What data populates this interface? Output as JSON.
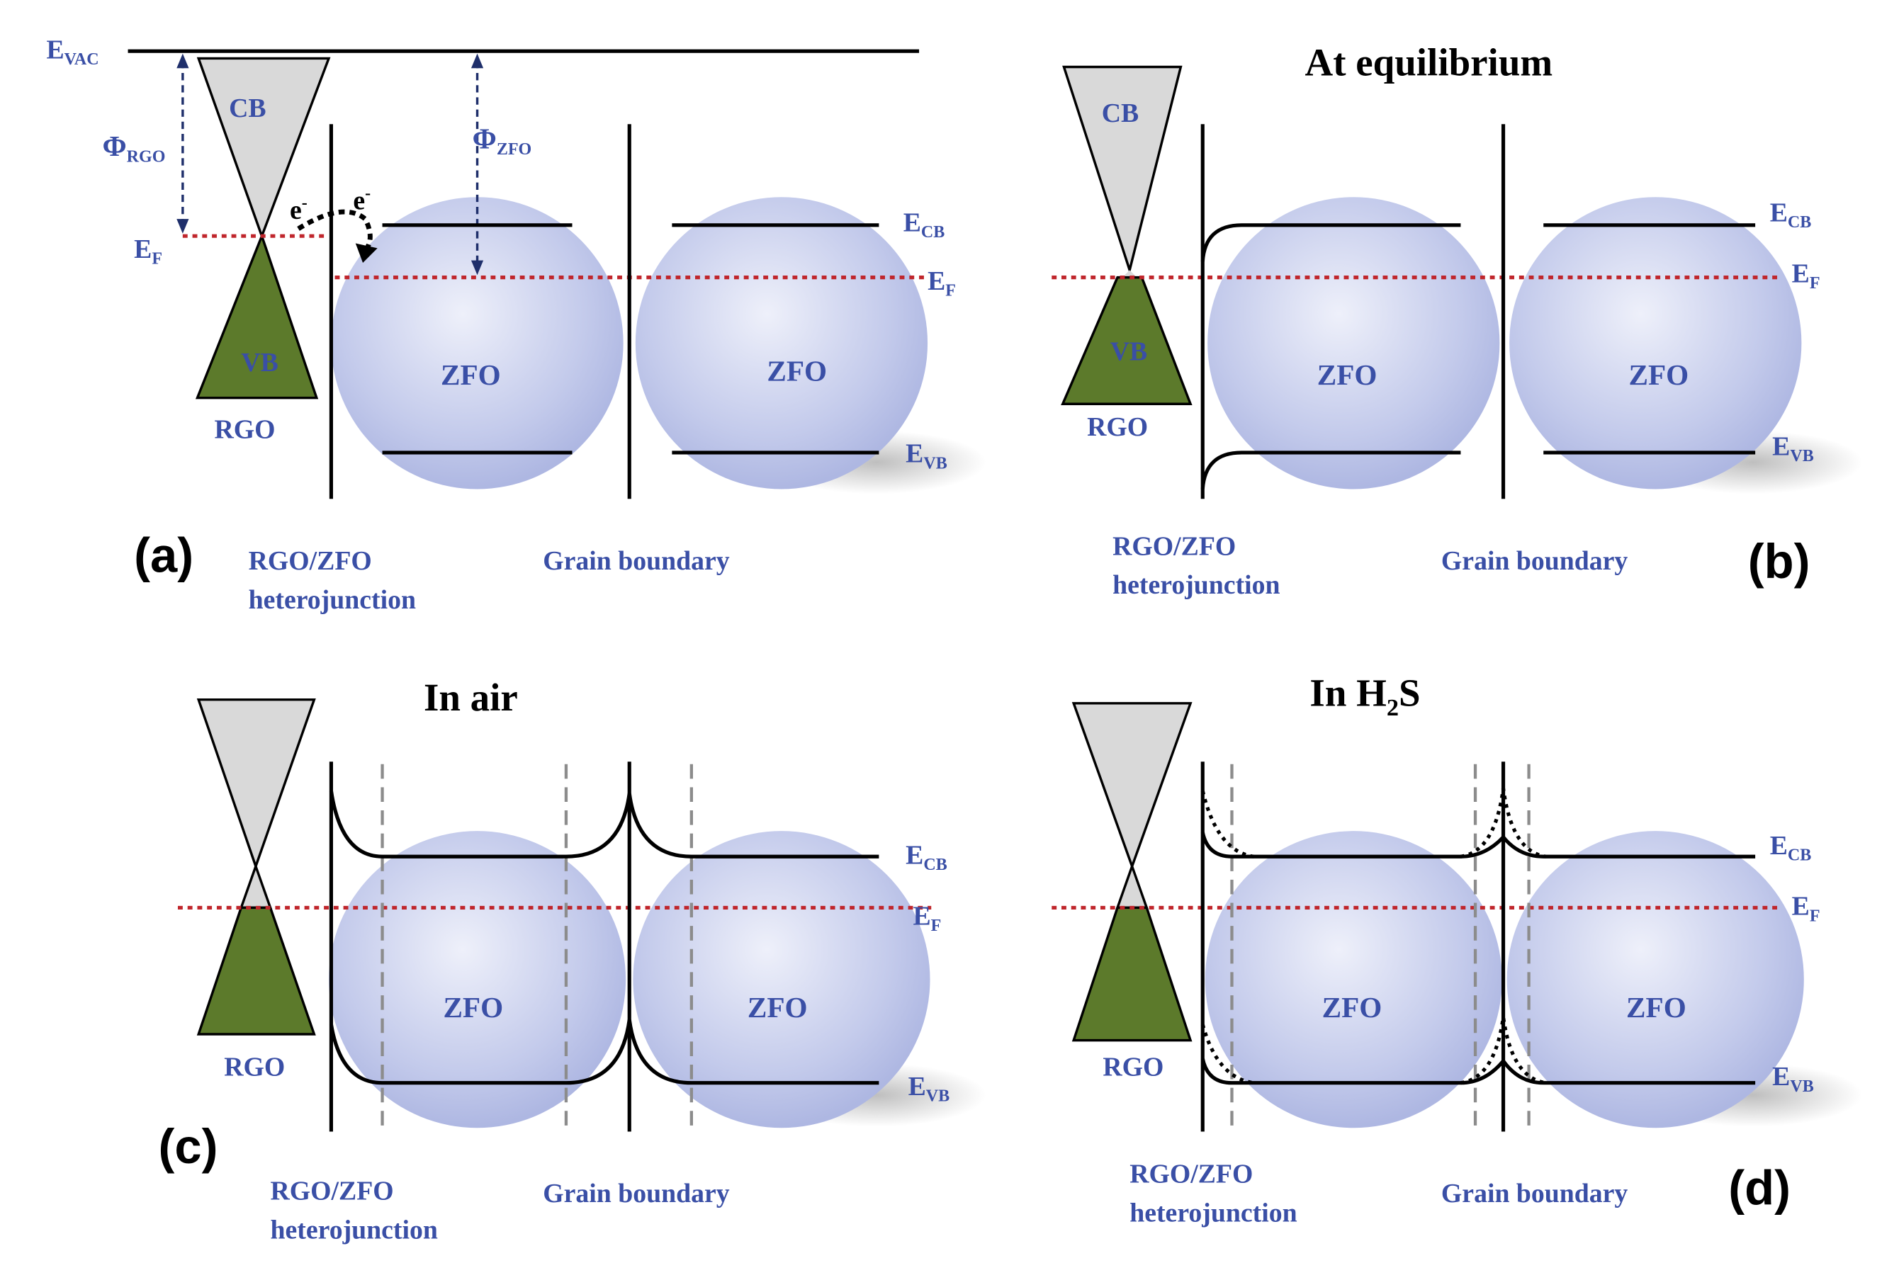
{
  "panels": [
    {
      "letter": "(a)",
      "title": "",
      "labels": {
        "evac": "E",
        "evac_sub": "VAC",
        "phi_rgo": "Φ",
        "phi_rgo_sub": "RGO",
        "phi_zfo": "Φ",
        "phi_zfo_sub": "ZFO",
        "ef_left": "E",
        "ef_left_sub": "F",
        "electron1": "e",
        "electron2": "e",
        "electron_sup": "-",
        "cb": "CB",
        "vb": "VB",
        "rgo": "RGO",
        "zfo1": "ZFO",
        "zfo2": "ZFO",
        "ecb": "E",
        "ecb_sub": "CB",
        "ef": "E",
        "ef_sub": "F",
        "evb": "E",
        "evb_sub": "VB",
        "junction_line1": "RGO/ZFO",
        "junction_line2": "heterojunction",
        "grain_boundary": "Grain boundary"
      }
    },
    {
      "letter": "(b)",
      "title": "At equilibrium",
      "labels": {
        "cb": "CB",
        "vb": "VB",
        "rgo": "RGO",
        "zfo1": "ZFO",
        "zfo2": "ZFO",
        "ecb": "E",
        "ecb_sub": "CB",
        "ef": "E",
        "ef_sub": "F",
        "evb": "E",
        "evb_sub": "VB",
        "junction_line1": "RGO/ZFO",
        "junction_line2": "heterojunction",
        "grain_boundary": "Grain boundary"
      }
    },
    {
      "letter": "(c)",
      "title": "In air",
      "labels": {
        "rgo": "RGO",
        "zfo1": "ZFO",
        "zfo2": "ZFO",
        "ecb": "E",
        "ecb_sub": "CB",
        "ef": "E",
        "ef_sub": "F",
        "evb": "E",
        "evb_sub": "VB",
        "junction_line1": "RGO/ZFO",
        "junction_line2": "heterojunction",
        "grain_boundary": "Grain boundary"
      }
    },
    {
      "letter": "(d)",
      "title_main": "In H",
      "title_sub": "2",
      "title_end": "S",
      "labels": {
        "rgo": "RGO",
        "zfo1": "ZFO",
        "zfo2": "ZFO",
        "ecb": "E",
        "ecb_sub": "CB",
        "ef": "E",
        "ef_sub": "F",
        "evb": "E",
        "evb_sub": "VB",
        "junction_line1": "RGO/ZFO",
        "junction_line2": "heterojunction",
        "grain_boundary": "Grain boundary"
      }
    }
  ],
  "colors": {
    "text_blue": "#3a4fa6",
    "cone_gray": "#d9d9d9",
    "cone_green": "#5c7a2b",
    "fermi_red": "#c0262c",
    "sphere_center": "#e6e9f7",
    "sphere_edge": "#aab3e0",
    "dash_gray": "#8c8c8c"
  }
}
